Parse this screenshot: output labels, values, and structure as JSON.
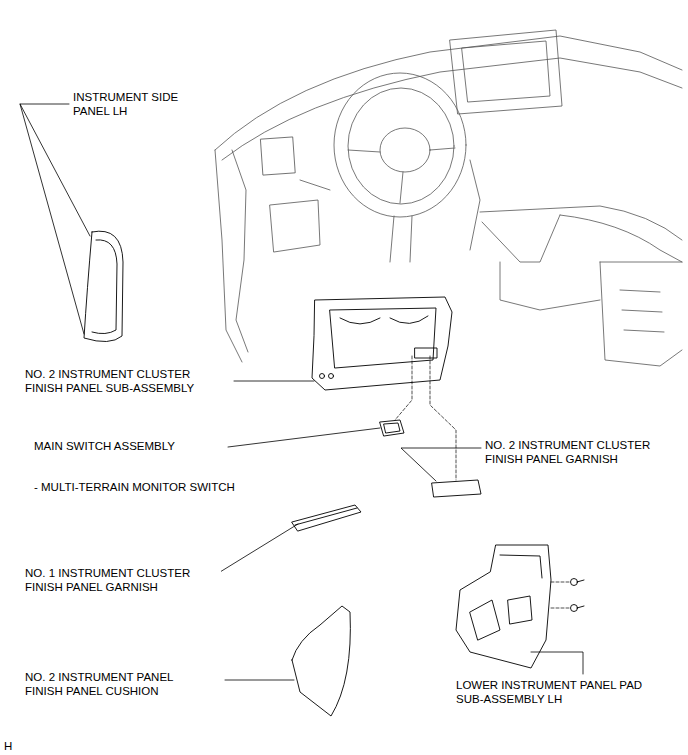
{
  "diagram": {
    "labels": [
      "INSTRUMENT SIDE PANEL LH",
      "NO. 2 INSTRUMENT CLUSTER FINISH PANEL SUB-ASSEMBLY",
      "MAIN SWITCH ASSEMBLY",
      "- MULTI-TERRAIN MONITOR SWITCH",
      "NO. 2 INSTRUMENT CLUSTER FINISH PANEL GARNISH",
      "NO. 1 INSTRUMENT CLUSTER FINISH PANEL GARNISH",
      "NO. 2 INSTRUMENT PANEL FINISH PANEL CUSHION",
      "LOWER INSTRUMENT PANEL PAD SUB-ASSEMBLY LH",
      "H"
    ]
  }
}
